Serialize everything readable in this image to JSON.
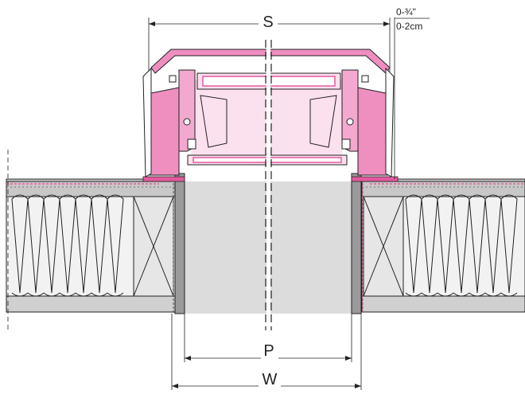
{
  "dimensions": {
    "s_label": "S",
    "gap_label_imperial": "0-¾\"",
    "gap_label_metric": "0-2cm",
    "p_label": "P",
    "w_label": "W"
  },
  "colors": {
    "pink_light": "#f7b9d7",
    "pink_mid": "#ee8fc0",
    "pink_frame": "#e25a9e",
    "gray_fill": "#dcdcdc",
    "gray_dark": "#9a9a9a",
    "line": "#222222"
  }
}
